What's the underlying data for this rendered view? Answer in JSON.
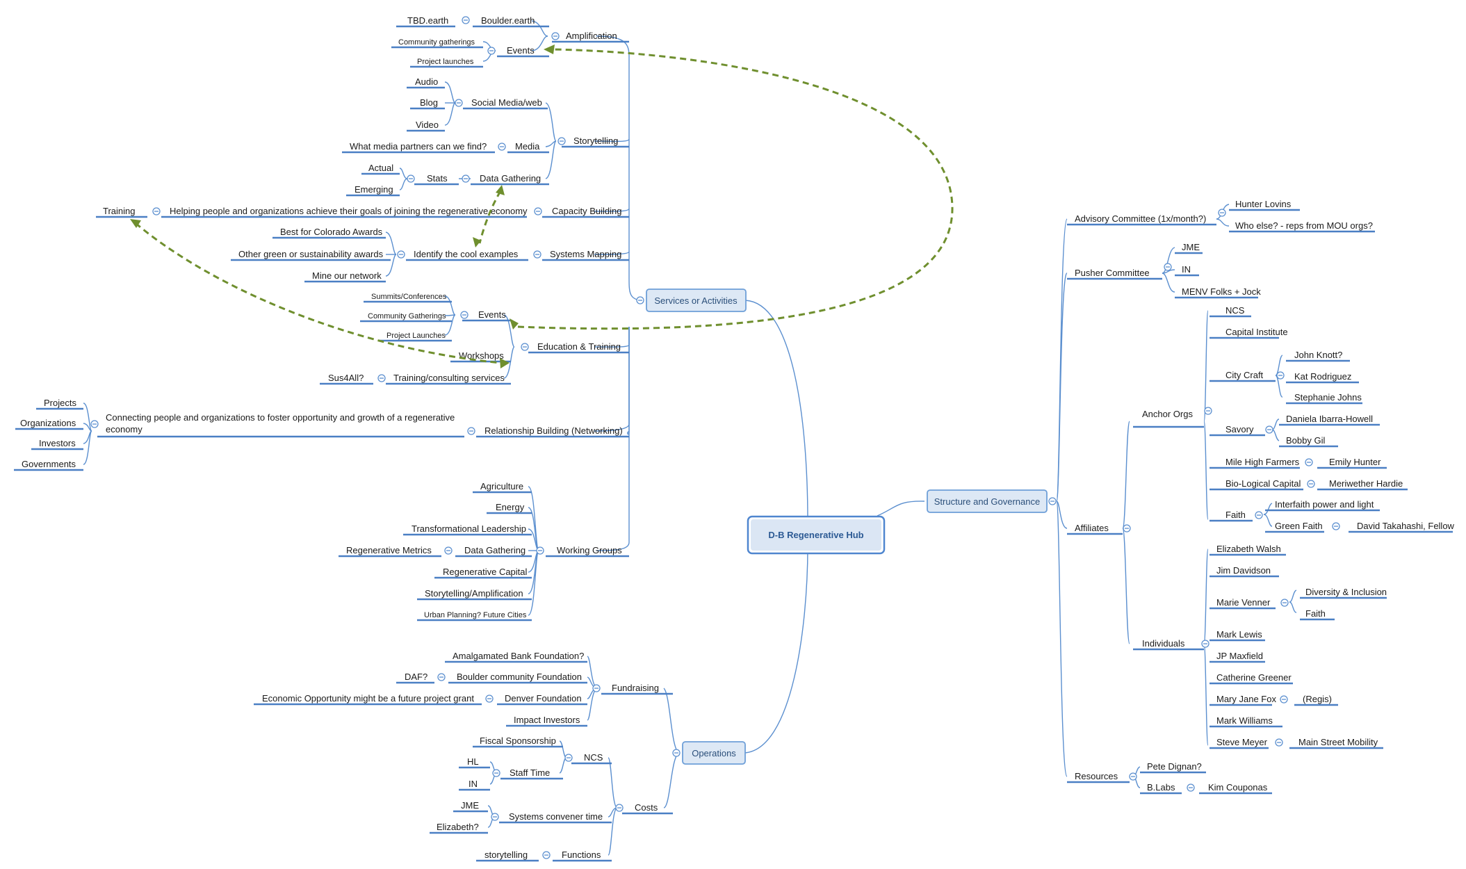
{
  "central": "D-B Regenerative Hub",
  "branches": {
    "services": {
      "label": "Services or Activities",
      "amplification": {
        "label": "Amplification",
        "boulder": "Boulder.earth",
        "tbd": "TBD.earth",
        "events": "Events",
        "community_gatherings": "Community gatherings",
        "project_launches": "Project launches"
      },
      "storytelling": {
        "label": "Storytelling",
        "social": "Social Media/web",
        "audio": "Audio",
        "blog": "Blog",
        "video": "Video",
        "media": "Media",
        "media_q": "What media partners can we find?",
        "data_gathering": "Data Gathering",
        "stats": "Stats",
        "actual": "Actual",
        "emerging": "Emerging"
      },
      "capacity": {
        "label": "Capacity Building",
        "helping": "Helping people and organizations achieve their goals of joining the regenerative economy",
        "training": "Training"
      },
      "systems": {
        "label": "Systems Mapping",
        "identify": "Identify the cool examples",
        "best_colorado": "Best for Colorado Awards",
        "other_awards": "Other green or sustainability awards",
        "mine": "Mine our network"
      },
      "education": {
        "label": "Education & Training",
        "events": "Events",
        "summits": "Summits/Conferences",
        "community_gatherings": "Community Gatherings",
        "project_launches": "Project Launches",
        "workshops": "Workshops",
        "training_services": "Training/consulting services",
        "sus4all": "Sus4All?"
      },
      "relationship": {
        "label": "Relationship Building (Networking)",
        "connecting": "Connecting people and organizations to foster opportunity and growth of a regenerative economy",
        "projects": "Projects",
        "organizations": "Organizations",
        "investors": "Investors",
        "governments": "Governments"
      },
      "working_groups": {
        "label": "Working Groups",
        "agriculture": "Agriculture",
        "energy": "Energy",
        "transformational": "Transformational Leadership",
        "data_gathering": "Data Gathering",
        "regen_metrics": "Regenerative Metrics",
        "regen_capital": "Regenerative Capital",
        "story_amp": "Storytelling/Amplification",
        "urban": "Urban Planning?  Future Cities"
      }
    },
    "operations": {
      "label": "Operations",
      "fundraising": {
        "label": "Fundraising",
        "amalgamated": "Amalgamated Bank Foundation?",
        "boulder_cf": "Boulder community Foundation",
        "daf": "DAF?",
        "denver": "Denver Foundation",
        "econ": "Economic Opportunity might be a future project grant",
        "impact": "Impact Investors"
      },
      "costs": {
        "label": "Costs",
        "ncs": "NCS",
        "fiscal": "Fiscal Sponsorship",
        "staff": "Staff Time",
        "hl": "HL",
        "in": "IN",
        "convener": "Systems convener time",
        "jme": "JME",
        "elizabeth": "Elizabeth?",
        "functions": "Functions",
        "storytelling": "storytelling"
      }
    },
    "structure": {
      "label": "Structure and Governance",
      "advisory": {
        "label": "Advisory Committee (1x/month?)",
        "hunter": "Hunter Lovins",
        "who_else": "Who else? - reps from MOU orgs?"
      },
      "pusher": {
        "label": "Pusher Committee",
        "jme": "JME",
        "in": "IN",
        "menv": "MENV Folks + Jock"
      },
      "affiliates": {
        "label": "Affiliates",
        "anchor": {
          "label": "Anchor Orgs",
          "ncs": "NCS",
          "capital_institute": "Capital Institute",
          "city_craft": "City Craft",
          "john_knott": "John Knott?",
          "kat": "Kat Rodriguez",
          "stephanie": "Stephanie Johns",
          "savory": "Savory",
          "daniela": "Daniela Ibarra-Howell",
          "bobby": "Bobby Gil",
          "mile_high": "Mile High Farmers",
          "emily": "Emily Hunter",
          "bio_logical": "Bio-Logical Capital",
          "meriwether": "Meriwether Hardie",
          "faith": "Faith",
          "interfaith": "Interfaith power and light",
          "green_faith": "Green Faith",
          "david": "David Takahashi, Fellow"
        },
        "individuals": {
          "label": "Individuals",
          "elizabeth_walsh": "Elizabeth Walsh",
          "jim": "Jim Davidson",
          "marie": "Marie Venner",
          "diversity": "Diversity & Inclusion",
          "faith": "Faith",
          "mark_lewis": "Mark Lewis",
          "jp": "JP Maxfield",
          "catherine": "Catherine Greener",
          "mary_jane": "Mary Jane Fox",
          "regis": "(Regis)",
          "mark_williams": "Mark Williams",
          "steve": "Steve Meyer",
          "main_street": "Main Street Mobility"
        }
      },
      "resources": {
        "label": "Resources",
        "pete": "Pete Dignan?",
        "blabs": "B.Labs",
        "kim": "Kim Couponas"
      }
    }
  },
  "colors": {
    "connector": "#5b8fcf",
    "underline": "#4a7fc4",
    "topic_fill": "#dde8f5",
    "topic_border": "#6d9ed8",
    "central_fill": "#dbe6f4",
    "central_border": "#4f86cf",
    "central_text": "#2c5a94",
    "relationship": "#6f8f2e"
  }
}
